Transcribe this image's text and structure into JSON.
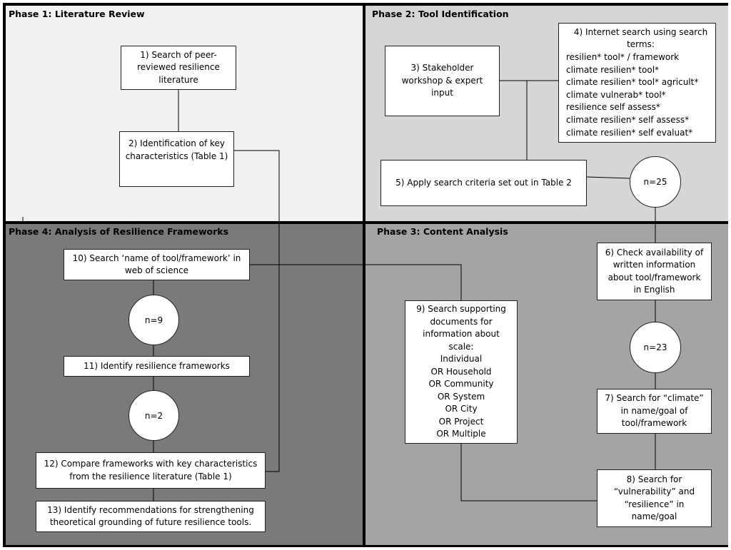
{
  "phases": {
    "p1": "Phase 1: Literature Review",
    "p2": "Phase 2: Tool Identification",
    "p3": "Phase 3: Content Analysis",
    "p4": "Phase 4: Analysis of Resilience Frameworks"
  },
  "boxes": {
    "b1": [
      "1) Search of peer-",
      "reviewed resilience",
      "literature"
    ],
    "b2": [
      "2) Identification of key",
      "characteristics (Table 1)"
    ],
    "b3": [
      "3) Stakeholder",
      "workshop & expert",
      "input"
    ],
    "b4": [
      "4) Internet search using search",
      "terms:",
      "resilien* tool* / framework",
      "climate resilien* tool*",
      "climate resilien* tool* agricult*",
      "climate vulnerab* tool*",
      "resilience self assess*",
      "climate resilien* self assess*",
      "climate resilien* self evaluat*"
    ],
    "b5": [
      "5) Apply search criteria set out in Table 2"
    ],
    "b6": [
      "6) Check availability of",
      "written information",
      "about tool/framework",
      "in English"
    ],
    "b7": [
      "7) Search for “climate”",
      "in name/goal of",
      "tool/framework"
    ],
    "b8": [
      "8) Search for",
      "“vulnerability” and",
      "“resilience” in",
      "name/goal"
    ],
    "b9": [
      "9) Search supporting",
      "documents for",
      "information about",
      "scale:",
      "Individual",
      "OR Household",
      "OR Community",
      "OR System",
      "OR City",
      "OR Project",
      "OR Multiple"
    ],
    "b10": [
      "10) Search ‘name of tool/framework’ in",
      "web of science"
    ],
    "b11": [
      "11) Identify resilience frameworks"
    ],
    "b12": [
      "12) Compare frameworks with key characteristics",
      "from the resilience literature (Table 1)"
    ],
    "b13": [
      "13) Identify recommendations for strengthening",
      "theoretical grounding of future resilience tools."
    ]
  },
  "counts": {
    "n25": "n=25",
    "n23": "n=23",
    "n9": "n=9",
    "n2": "n=2"
  }
}
